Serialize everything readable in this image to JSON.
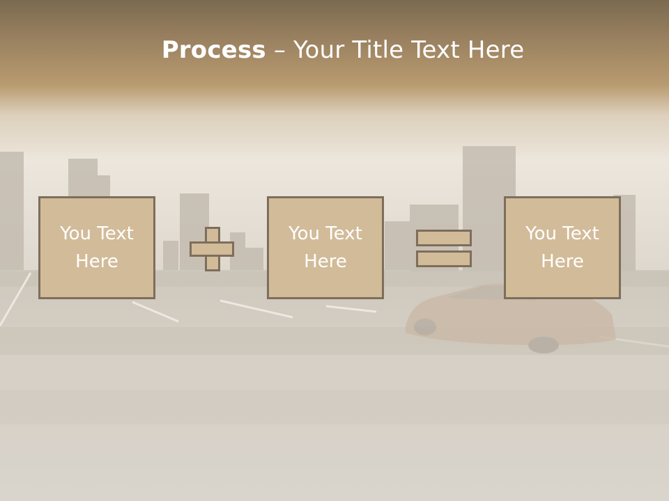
{
  "slide": {
    "title_bold": "Process",
    "title_rest": " – Your Title Text Here",
    "boxes": [
      {
        "line1": "You Text",
        "line2": "Here"
      },
      {
        "line1": "You Text",
        "line2": "Here"
      },
      {
        "line1": "You Text",
        "line2": "Here"
      }
    ],
    "operators": [
      "plus",
      "equals"
    ]
  },
  "colors": {
    "header_band": "#9f8459",
    "box_fill": "#d2bb99",
    "box_border": "#7d6e5c",
    "text": "#ffffff"
  }
}
